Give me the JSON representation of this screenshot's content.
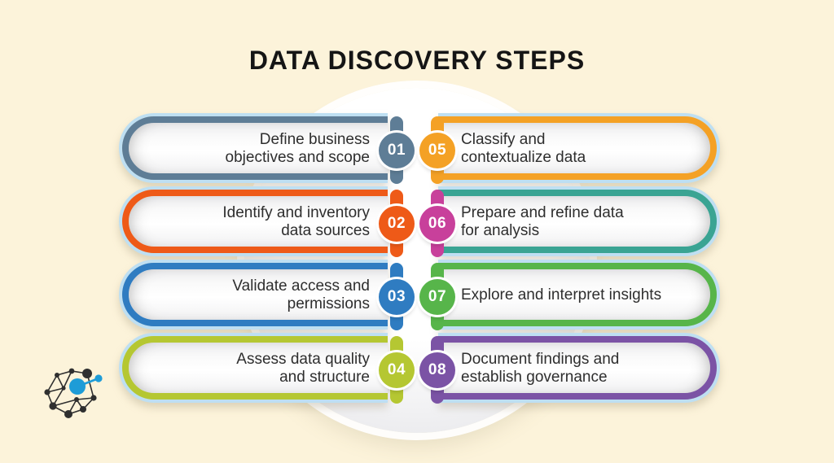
{
  "title": "DATA DISCOVERY STEPS",
  "background_color": "#fcf3da",
  "halo_color": "#bedff2",
  "steps": [
    {
      "number": "01",
      "lines": [
        "Define business",
        "objectives and scope"
      ],
      "accent": "#5e7d96",
      "pill_border": "#5e7d96",
      "side": "left"
    },
    {
      "number": "02",
      "lines": [
        "Identify and inventory",
        "data sources"
      ],
      "accent": "#ee5a18",
      "pill_border": "#ee5a18",
      "side": "left"
    },
    {
      "number": "03",
      "lines": [
        "Validate access and",
        "permissions"
      ],
      "accent": "#2f7cc1",
      "pill_border": "#2f7cc1",
      "side": "left"
    },
    {
      "number": "04",
      "lines": [
        "Assess data quality",
        "and structure"
      ],
      "accent": "#b5c732",
      "pill_border": "#b5c732",
      "side": "left"
    },
    {
      "number": "05",
      "lines": [
        "Classify and",
        "contextualize data"
      ],
      "accent": "#f4a125",
      "pill_border": "#f4a125",
      "side": "right"
    },
    {
      "number": "06",
      "lines": [
        "Prepare and refine data",
        "for analysis"
      ],
      "accent": "#c8409b",
      "pill_border": "#3aa493",
      "side": "right"
    },
    {
      "number": "07",
      "lines": [
        "Explore and interpret insights"
      ],
      "accent": "#57b54a",
      "pill_border": "#57b54a",
      "side": "right"
    },
    {
      "number": "08",
      "lines": [
        "Document findings and",
        "establish governance"
      ],
      "accent": "#7b53a5",
      "pill_border": "#7b53a5",
      "side": "right"
    }
  ],
  "logo": {
    "name": "network-molecule-logo",
    "node_color": "#2f2f2f",
    "accent_color": "#1e9cd7"
  }
}
